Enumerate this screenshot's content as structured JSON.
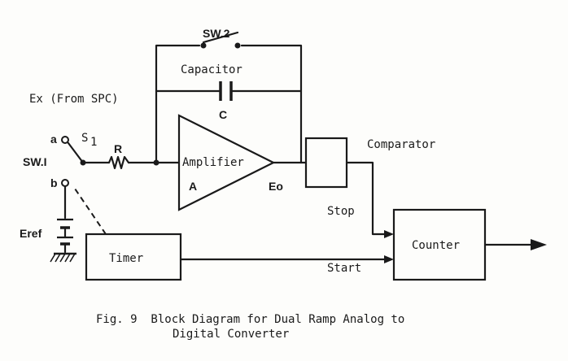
{
  "diagram": {
    "labels": {
      "sw2": "SW.2",
      "capacitor": "Capacitor",
      "c": "C",
      "ex": "Ex (From SPC)",
      "a_terminal": "a",
      "s1": "S",
      "s1_sub": "1",
      "r": "R",
      "sw1": "SW.I",
      "b_terminal": "b",
      "eref": "Eref",
      "amplifier": "Amplifier",
      "a_block": "A",
      "eo": "Eo",
      "comparator": "Comparator",
      "stop": "Stop",
      "start": "Start",
      "counter": "Counter",
      "timer": "Timer"
    },
    "caption": {
      "line1": "Fig. 9  Block Diagram for Dual Ramp Analog to",
      "line2": "Digital Converter"
    }
  }
}
